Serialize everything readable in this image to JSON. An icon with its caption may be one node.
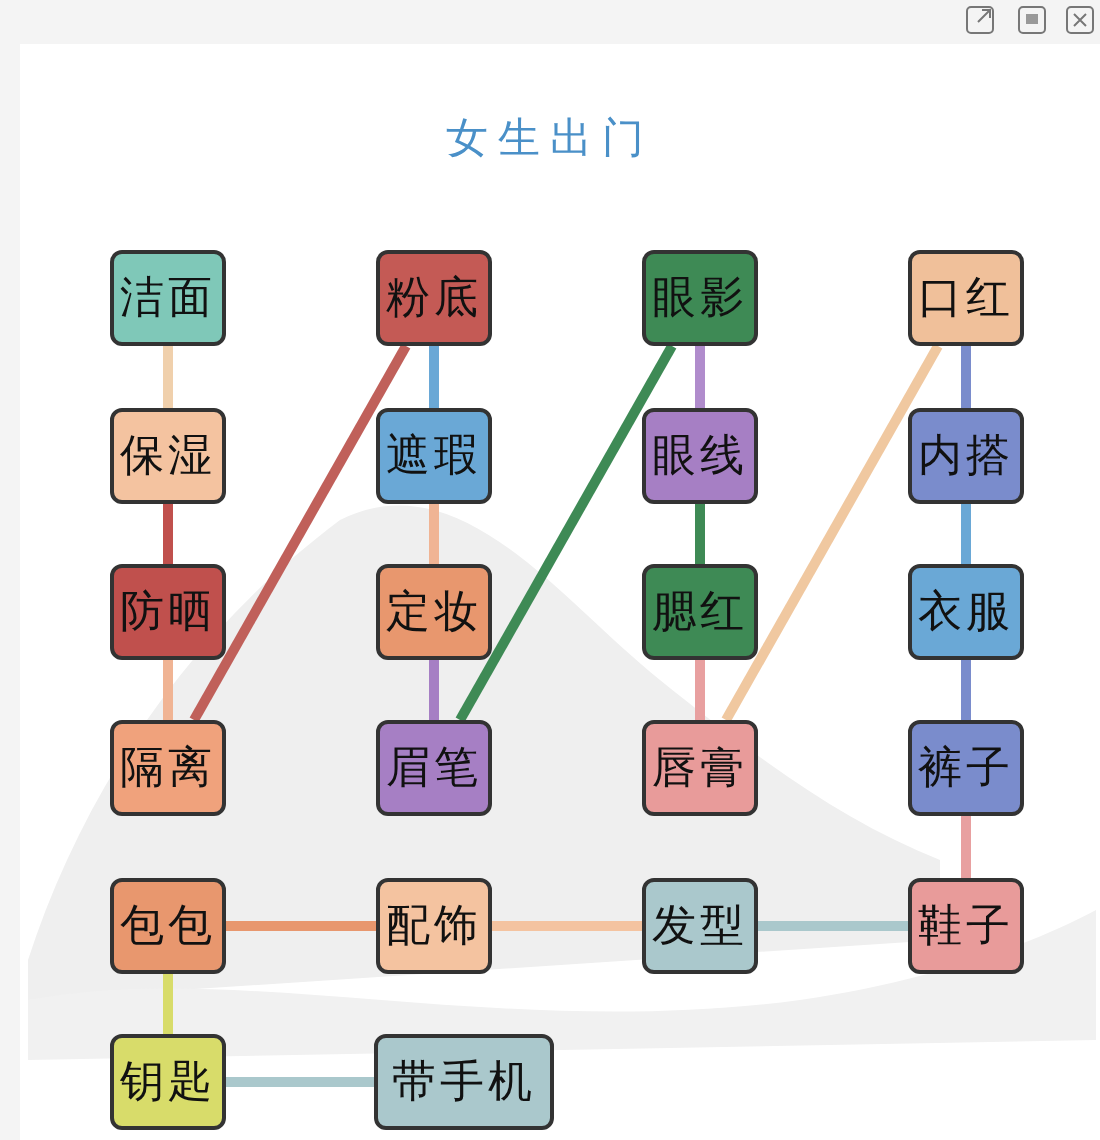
{
  "diagram": {
    "title": "女生出门",
    "nodes": [
      {
        "text": [
          "洁面"
        ]
      },
      {
        "text": [
          "粉底"
        ]
      },
      {
        "text": [
          "眼影"
        ]
      },
      {
        "text": [
          "口红"
        ]
      },
      {
        "text": [
          "保湿"
        ]
      },
      {
        "text": [
          "遮瑕"
        ]
      },
      {
        "text": [
          "眼线"
        ]
      },
      {
        "text": [
          "内搭"
        ]
      },
      {
        "text": [
          "防晒"
        ]
      },
      {
        "text": [
          "定妆"
        ]
      },
      {
        "text": [
          "腮红"
        ]
      },
      {
        "text": [
          "衣服"
        ]
      },
      {
        "text": [
          "隔离"
        ]
      },
      {
        "text": [
          "眉笔"
        ]
      },
      {
        "text": [
          "唇膏"
        ]
      },
      {
        "text": [
          "裤子"
        ]
      },
      {
        "text": [
          "包包"
        ]
      },
      {
        "text": [
          "配饰"
        ]
      },
      {
        "text": [
          "发型"
        ]
      },
      {
        "text": [
          "鞋子"
        ]
      },
      {
        "text": [
          "钥匙"
        ]
      },
      {
        "text": [
          "带手机"
        ]
      }
    ],
    "edges": [
      {
        "from": 0,
        "to": 4,
        "arrow": "none",
        "color": "#f0d0ac"
      },
      {
        "from": 4,
        "to": 8,
        "arrow": "none",
        "color": "#c0504d"
      },
      {
        "from": 8,
        "to": 12,
        "arrow": "none",
        "color": "#f0b494"
      },
      {
        "from": 1,
        "to": 12,
        "arrow": "none",
        "color": "#c0605a"
      },
      {
        "from": 1,
        "to": 5,
        "arrow": "none",
        "color": "#6aa8d6"
      },
      {
        "from": 5,
        "to": 9,
        "arrow": "none",
        "color": "#f0b494"
      },
      {
        "from": 9,
        "to": 13,
        "arrow": "none",
        "color": "#a67fc4"
      },
      {
        "from": 2,
        "to": 13,
        "arrow": "none",
        "color": "#3e8a55"
      },
      {
        "from": 2,
        "to": 6,
        "arrow": "none",
        "color": "#b08ccc"
      },
      {
        "from": 6,
        "to": 10,
        "arrow": "none",
        "color": "#3e8a55"
      },
      {
        "from": 10,
        "to": 14,
        "arrow": "none",
        "color": "#e8a0a0"
      },
      {
        "from": 3,
        "to": 14,
        "arrow": "none",
        "color": "#f0c8a0"
      },
      {
        "from": 3,
        "to": 7,
        "arrow": "none",
        "color": "#7a8ccc"
      },
      {
        "from": 7,
        "to": 11,
        "arrow": "none",
        "color": "#6aa8d6"
      },
      {
        "from": 11,
        "to": 15,
        "arrow": "none",
        "color": "#7a8ccc"
      },
      {
        "from": 15,
        "to": 19,
        "arrow": "none",
        "color": "#e8a0a0"
      },
      {
        "from": 16,
        "to": 17,
        "arrow": "none",
        "color": "#e8976e"
      },
      {
        "from": 17,
        "to": 18,
        "arrow": "none",
        "color": "#f4c3a0"
      },
      {
        "from": 18,
        "to": 19,
        "arrow": "none",
        "color": "#aac8cc"
      },
      {
        "from": 16,
        "to": 20,
        "arrow": "none",
        "color": "#d8dc6a"
      },
      {
        "from": 20,
        "to": 21,
        "arrow": "none",
        "color": "#aac8cc"
      }
    ]
  }
}
